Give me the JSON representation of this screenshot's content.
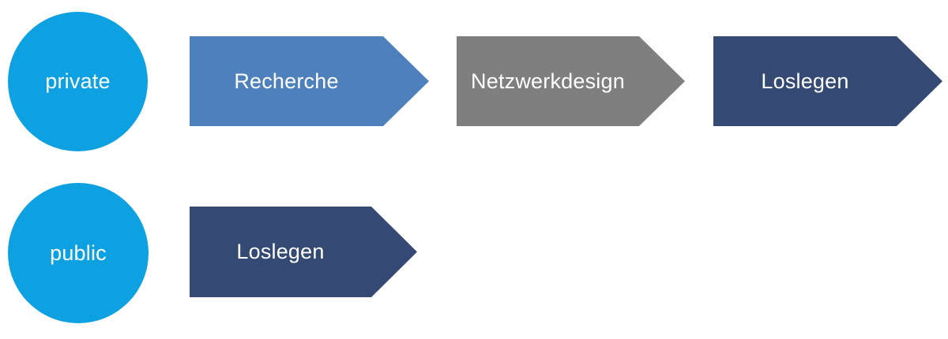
{
  "diagram": {
    "background_color": "#ffffff",
    "text_color": "#ffffff",
    "rows": [
      {
        "name": "private",
        "circle": {
          "label": "private",
          "color": "#0DA1E2"
        },
        "steps": [
          {
            "label": "Recherche",
            "color": "#4E81BC"
          },
          {
            "label": "Netzwerkdesign",
            "color": "#7F7F7F"
          },
          {
            "label": "Loslegen",
            "color": "#344A72"
          }
        ]
      },
      {
        "name": "public",
        "circle": {
          "label": "public",
          "color": "#0DA1E2"
        },
        "steps": [
          {
            "label": "Loslegen",
            "color": "#344A72"
          }
        ]
      }
    ]
  }
}
